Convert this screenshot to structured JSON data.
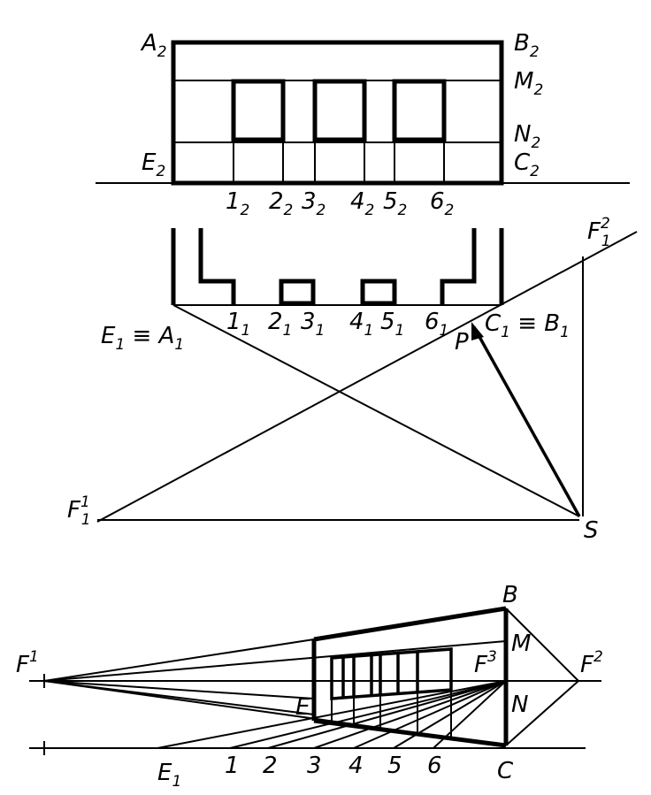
{
  "labels": {
    "front": {
      "A": {
        "main": "A",
        "sub": "2"
      },
      "B": {
        "main": "B",
        "sub": "2"
      },
      "M": {
        "main": "M",
        "sub": "2"
      },
      "N": {
        "main": "N",
        "sub": "2"
      },
      "E": {
        "main": "E",
        "sub": "2"
      },
      "C": {
        "main": "C",
        "sub": "2"
      },
      "p1": {
        "main": "1",
        "sub": "2"
      },
      "p2": {
        "main": "2",
        "sub": "2"
      },
      "p3": {
        "main": "3",
        "sub": "2"
      },
      "p4": {
        "main": "4",
        "sub": "2"
      },
      "p5": {
        "main": "5",
        "sub": "2"
      },
      "p6": {
        "main": "6",
        "sub": "2"
      }
    },
    "plan": {
      "EA": {
        "main": "E",
        "sub": "1",
        "mid": " ≡ A",
        "sub2": "1"
      },
      "CB": {
        "main": "C",
        "sub": "1",
        "mid": " ≡ B",
        "sub2": "1"
      },
      "p1": {
        "main": "1",
        "sub": "1"
      },
      "p2": {
        "main": "2",
        "sub": "1"
      },
      "p3": {
        "main": "3",
        "sub": "1"
      },
      "p4": {
        "main": "4",
        "sub": "1"
      },
      "p5": {
        "main": "5",
        "sub": "1"
      },
      "p6": {
        "main": "6",
        "sub": "1"
      },
      "F1a": {
        "main": "F",
        "sub": "1",
        "sup": "1"
      },
      "F1b": {
        "main": "F",
        "sub": "1",
        "sup": "2"
      },
      "P": "P",
      "S": "S"
    },
    "persp": {
      "B": "B",
      "M": "M",
      "N": "N",
      "C": "C",
      "E": "E",
      "F1": {
        "main": "F",
        "sup": "1"
      },
      "F2": {
        "main": "F",
        "sup": "2"
      },
      "F3": {
        "main": "F",
        "sup": "3"
      },
      "E1": {
        "main": "E",
        "sub": "1"
      },
      "g1": "1",
      "g2": "2",
      "g3": "3",
      "g4": "4",
      "g5": "5",
      "g6": "6"
    }
  }
}
